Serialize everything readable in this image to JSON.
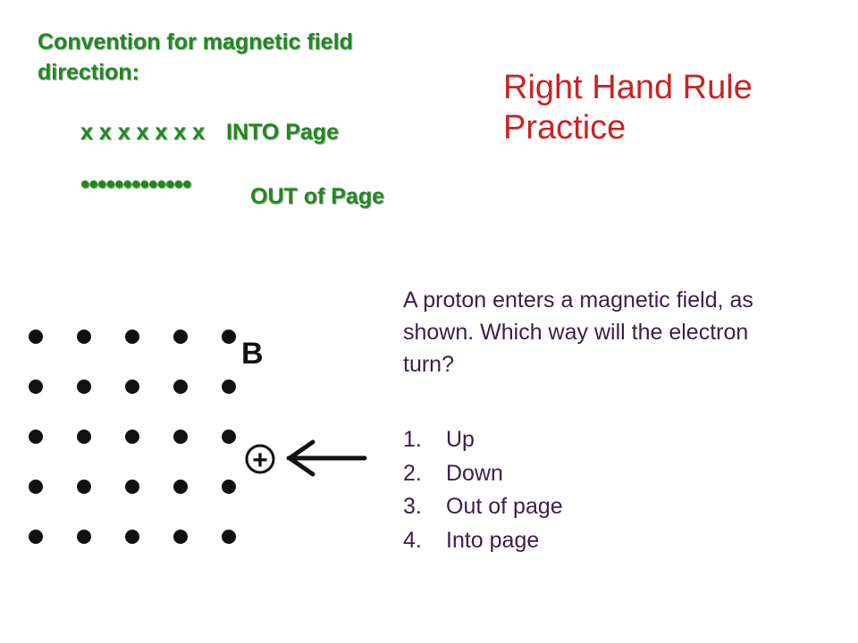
{
  "convention": {
    "title": "Convention for  magnetic field direction:",
    "into_symbols": "x x x x x x x",
    "into_label": "INTO Page",
    "out_symbols": "•••••••••••••",
    "out_label": "OUT of Page"
  },
  "slide_title": {
    "line1": "Right Hand Rule",
    "line2": "Practice"
  },
  "question": {
    "text": "A proton enters a magnetic field, as shown. Which way will the electron turn?"
  },
  "answers": [
    {
      "num": "1.",
      "label": "Up"
    },
    {
      "num": "2.",
      "label": "Down"
    },
    {
      "num": "3.",
      "label": "Out of page"
    },
    {
      "num": "4.",
      "label": "Into page"
    }
  ],
  "diagram": {
    "field_label": "B",
    "charge_symbol": "+",
    "field_dots_rows": 5,
    "field_dots_cols": 5,
    "velocity_direction": "left"
  }
}
